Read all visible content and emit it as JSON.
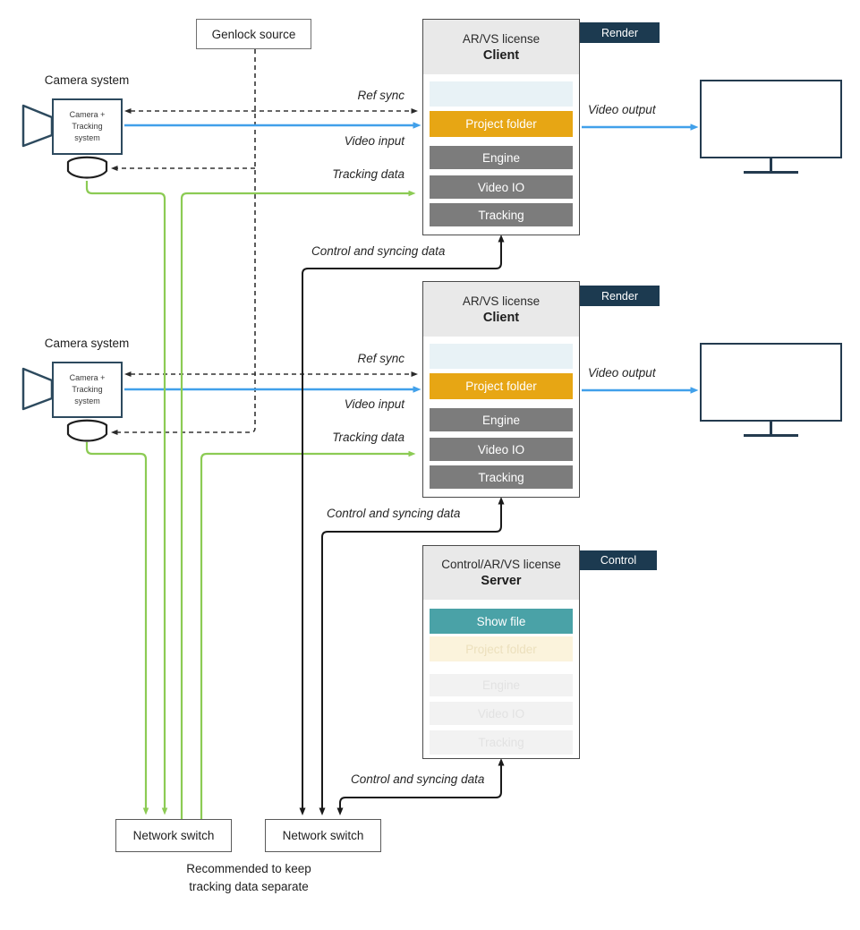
{
  "labels": {
    "ref_sync": "Ref sync",
    "video_input": "Video input",
    "tracking_data": "Tracking data",
    "video_output": "Video output",
    "control_sync": "Control and syncing data"
  },
  "genlock": {
    "label": "Genlock source"
  },
  "cameras": [
    {
      "title": "Camera system",
      "line1": "Camera +",
      "line2": "Tracking",
      "line3": "system"
    },
    {
      "title": "Camera system",
      "line1": "Camera +",
      "line2": "Tracking",
      "line3": "system"
    }
  ],
  "clients": [
    {
      "license": "AR/VS license",
      "role": "Client",
      "tag": "Render",
      "rows": [
        {
          "label": ""
        },
        {
          "label": "Project folder"
        },
        {
          "label": "Engine"
        },
        {
          "label": "Video IO"
        },
        {
          "label": "Tracking"
        }
      ]
    },
    {
      "license": "AR/VS license",
      "role": "Client",
      "tag": "Render",
      "rows": [
        {
          "label": ""
        },
        {
          "label": "Project folder"
        },
        {
          "label": "Engine"
        },
        {
          "label": "Video IO"
        },
        {
          "label": "Tracking"
        }
      ]
    }
  ],
  "server": {
    "license": "Control/AR/VS license",
    "role": "Server",
    "tag": "Control",
    "rows": [
      {
        "label": "Show file"
      },
      {
        "label": "Project folder"
      },
      {
        "label": "Engine"
      },
      {
        "label": "Video IO"
      },
      {
        "label": "Tracking"
      }
    ]
  },
  "switches": [
    {
      "label": "Network switch"
    },
    {
      "label": "Network switch"
    }
  ],
  "note": {
    "line1": "Recommended to keep",
    "line2": "tracking data separate"
  },
  "colors": {
    "video_blue": "#41a0ea",
    "tracking_green": "#8ccb54",
    "project_amber": "#e7a614",
    "showfile_teal": "#4aa2a7",
    "tag_navy": "#1c3a50",
    "module_gray": "#7c7c7c"
  }
}
